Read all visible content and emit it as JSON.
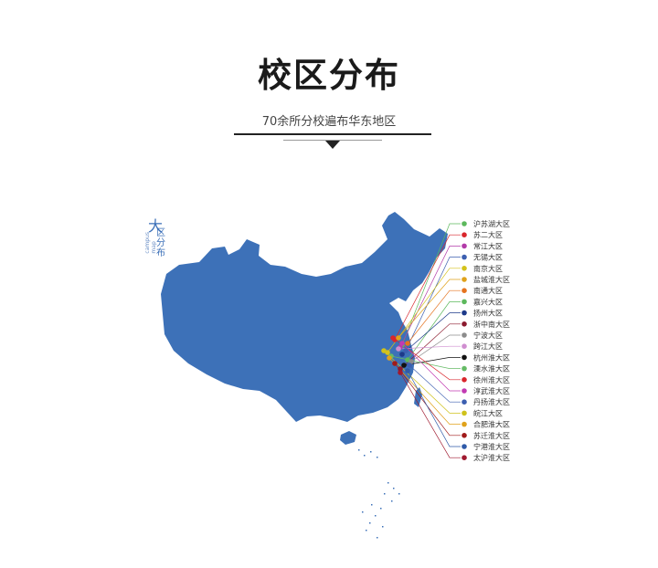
{
  "header": {
    "title": "校区分布",
    "subtitle": "70余所分校遍布华东地区"
  },
  "map_label": {
    "big_char": "大",
    "small_chars": "区分布",
    "english": "campus map"
  },
  "colors": {
    "map_fill": "#3d71b8",
    "title": "#1a1a1a"
  },
  "campuses": [
    {
      "name": "沪苏湖大区",
      "color": "#5cb85c"
    },
    {
      "name": "苏二大区",
      "color": "#d9262c"
    },
    {
      "name": "常江大区",
      "color": "#b23aa8"
    },
    {
      "name": "无锡大区",
      "color": "#3c5fb0"
    },
    {
      "name": "南京大区",
      "color": "#d4c21b"
    },
    {
      "name": "盐城淮大区",
      "color": "#e0a21b"
    },
    {
      "name": "南通大区",
      "color": "#e5731f"
    },
    {
      "name": "嘉兴大区",
      "color": "#5cb85c"
    },
    {
      "name": "扬州大区",
      "color": "#1d3a8a"
    },
    {
      "name": "浙中南大区",
      "color": "#8b1a2e"
    },
    {
      "name": "宁波大区",
      "color": "#8c8c8c"
    },
    {
      "name": "跨江大区",
      "color": "#d08ed0"
    },
    {
      "name": "杭州淮大区",
      "color": "#111111"
    },
    {
      "name": "溧水淮大区",
      "color": "#66bb66"
    },
    {
      "name": "徐州淮大区",
      "color": "#d9262c"
    },
    {
      "name": "淳武淮大区",
      "color": "#c23ab2"
    },
    {
      "name": "丹扬淮大区",
      "color": "#3c5fb0"
    },
    {
      "name": "皖江大区",
      "color": "#cfc21b"
    },
    {
      "name": "合肥淮大区",
      "color": "#e0a21b"
    },
    {
      "name": "苏迁淮大区",
      "color": "#a01a1a"
    },
    {
      "name": "宁港淮大区",
      "color": "#2f5aa8"
    },
    {
      "name": "太沪淮大区",
      "color": "#a01a30"
    }
  ]
}
